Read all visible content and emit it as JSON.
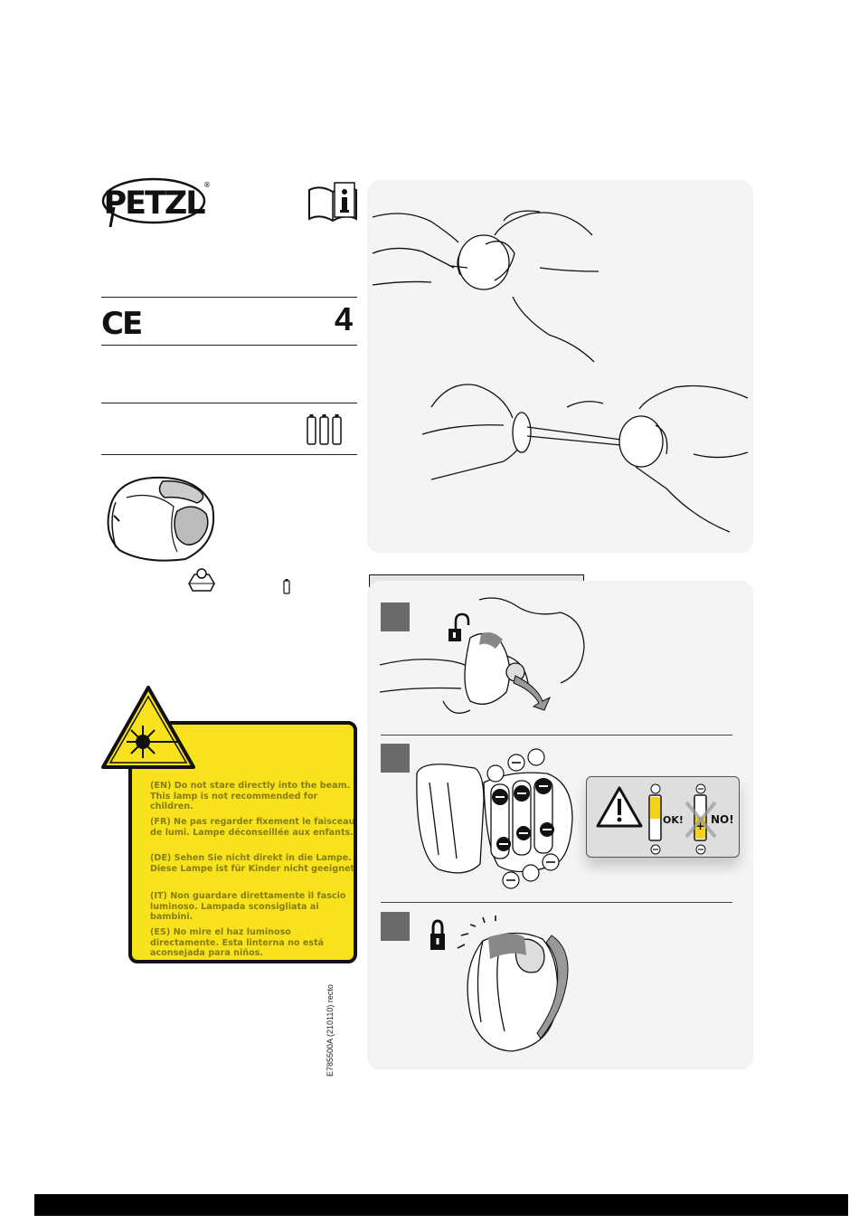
{
  "brand": {
    "logo_text": "PETZL",
    "registered": "®"
  },
  "certification": {
    "ce_mark": "CE",
    "model_suffix": "4"
  },
  "icons": {
    "info": "info-book-icon",
    "batteries": "three-aaa-batteries-icon",
    "accessory": "mount-clip-icon",
    "battery_small": "single-battery-icon",
    "laser_warning": "laser-warning-triangle-icon",
    "unlock": "unlock-icon",
    "lock": "lock-icon",
    "caution": "caution-triangle-icon"
  },
  "laser_warning": {
    "lines": [
      "(EN) Do not stare directly into the beam. This lamp is not recommended for children.",
      "(FR) Ne pas regarder fixement le faisceau de lumi. Lampe déconseillée aux enfants.",
      "(DE) Sehen Sie nicht direkt in die Lampe. Diese Lampe ist für Kinder nicht geeignet.",
      "(IT) Non guardare direttamente il fascio luminoso. Lampada sconsigliata ai bambini.",
      "(ES) No mire el haz luminoso directamente. Esta linterna no está aconsejada para niños."
    ],
    "box_color": "#f7e21b"
  },
  "document_code": "E785500A (210110) recto",
  "instructions": {
    "steps": [
      "",
      "",
      ""
    ],
    "battery_check": {
      "ok_label": "OK!",
      "no_label": "NO!"
    }
  },
  "colors": {
    "step_box": "#6a6a6a",
    "panel_bg": "#f4f4f4",
    "battery_yellow": "#f2d21a"
  }
}
